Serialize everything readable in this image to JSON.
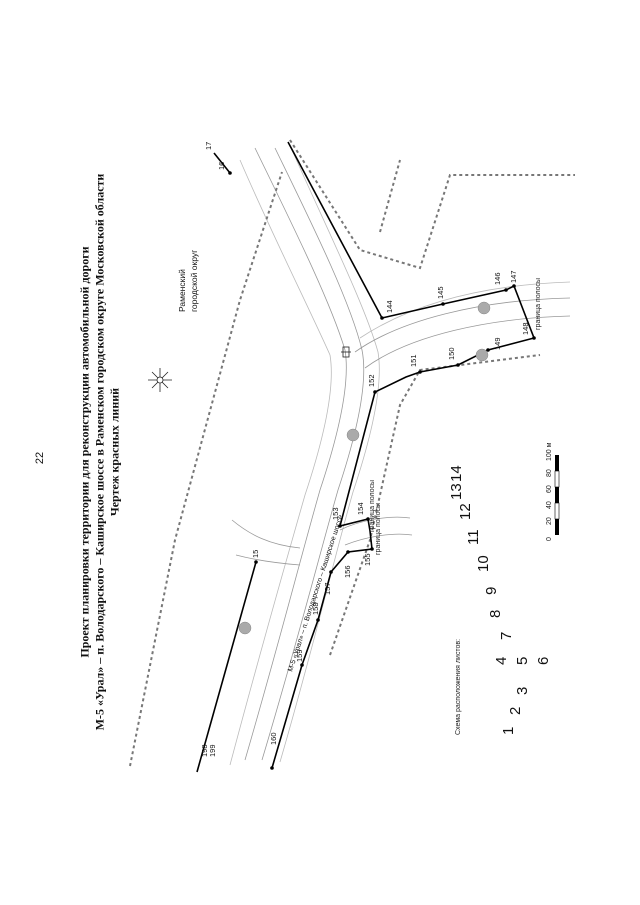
{
  "page_number": "22",
  "title": {
    "line1": "Проект планировки территории для реконструкции автомобильной дороги",
    "line2": "М-5 «Урал» – п. Володарского – Каширское шоссе в Раменском городском округе Московской области",
    "line3": "Чертеж красных линий"
  },
  "district_label": {
    "line1": "Раменский",
    "line2": "городской округ"
  },
  "road_label": "М-5 «Урал» – п. Володарского – Каширское шоссе",
  "boundary_labels": {
    "a": "граница полосы",
    "b": "граница полосы",
    "c": "граница полосы"
  },
  "scale_bar": {
    "ticks": [
      "0",
      "20",
      "40",
      "60",
      "80",
      "100 м"
    ]
  },
  "sheet_scheme": {
    "caption": "Схема расположения листов:",
    "numbers": [
      "1",
      "2",
      "3",
      "4",
      "5",
      "6",
      "7",
      "8",
      "9",
      "10",
      "11",
      "12",
      "13",
      "14"
    ]
  },
  "points": [
    "17",
    "16",
    "15",
    "144",
    "145",
    "146",
    "147",
    "148",
    "149",
    "150",
    "151",
    "152",
    "153",
    "154",
    "155",
    "156",
    "157",
    "158",
    "159",
    "160",
    "198",
    "199"
  ]
}
